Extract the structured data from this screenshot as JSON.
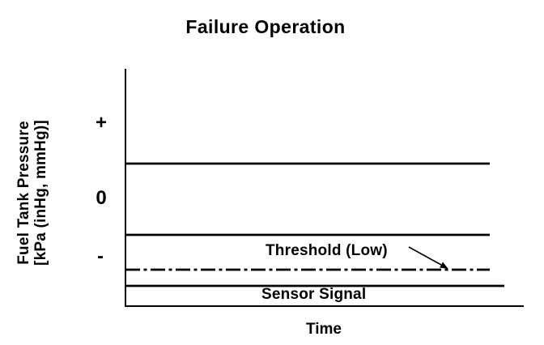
{
  "title": "Failure Operation",
  "axes": {
    "xlabel": "Time",
    "ylabel_line1": "Fuel Tank Pressure",
    "ylabel_line2": "[kPa (inHg, mmHg)]",
    "yticks": [
      "+",
      "0",
      "-"
    ]
  },
  "annotations": {
    "threshold_label": "Threshold (Low)",
    "sensor_label": "Sensor Signal"
  },
  "colors": {
    "ink": "#000000",
    "background": "#ffffff"
  },
  "chart_data": {
    "type": "line",
    "title": "Failure Operation",
    "xlabel": "Time",
    "ylabel": "Fuel Tank Pressure [kPa (inHg, mmHg)]",
    "ytick_labels": [
      "+",
      "0",
      "-"
    ],
    "xtick_labels": [],
    "grid": false,
    "legend": false,
    "description": "Conceptual diagram: all lines are constant (flat) over time. Sensor signal is stuck flat below the low threshold, indicating failure operation.",
    "series": [
      {
        "name": "Upper boundary line",
        "style": "solid",
        "level": "between + and 0",
        "trend": "constant"
      },
      {
        "name": "Lower boundary line",
        "style": "solid",
        "level": "between 0 and -",
        "trend": "constant"
      },
      {
        "name": "Threshold (Low)",
        "style": "dash-dot",
        "level": "just below -",
        "trend": "constant"
      },
      {
        "name": "Sensor Signal",
        "style": "solid",
        "level": "below Threshold (Low), flat at bottom",
        "trend": "constant"
      }
    ],
    "render": {
      "axis": {
        "x_left": 155,
        "y_top": 85,
        "y_bottom": 378,
        "x_right": 647,
        "width": 2
      },
      "lines": [
        {
          "name": "upper-boundary-line",
          "y": 202,
          "x1": 155,
          "x2": 605,
          "width": 2.8,
          "dash": ""
        },
        {
          "name": "lower-boundary-line",
          "y": 290,
          "x1": 155,
          "x2": 605,
          "width": 2.8,
          "dash": ""
        },
        {
          "name": "threshold-low-line",
          "y": 333,
          "x1": 155,
          "x2": 605,
          "width": 2.8,
          "dash": "18 4.5 4 4.5"
        },
        {
          "name": "sensor-signal-line",
          "y": 353,
          "x1": 155,
          "x2": 623,
          "width": 2.8,
          "dash": ""
        }
      ],
      "arrow": {
        "x1": 505,
        "y1": 305,
        "x2": 545,
        "y2": 327,
        "head_length": 10,
        "head_halfwidth": 4,
        "width": 1.6
      }
    }
  }
}
